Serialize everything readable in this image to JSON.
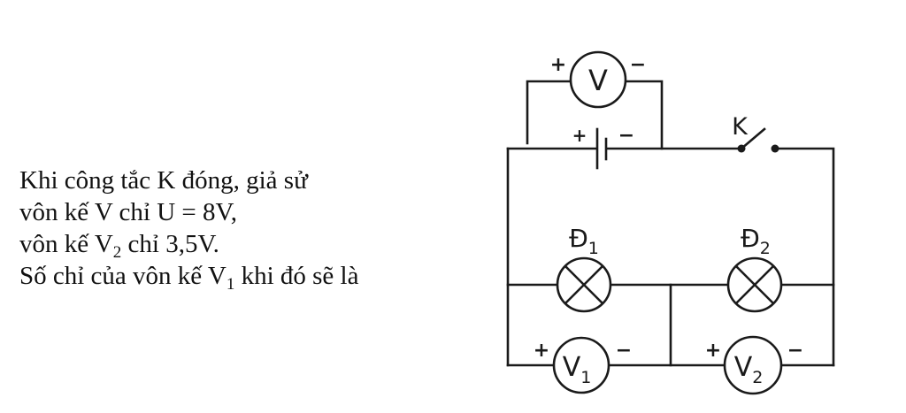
{
  "problem": {
    "line1": "Khi công tắc K đóng, giả sử",
    "line2": "vôn kế V chỉ  U = 8V,",
    "line3_pre": "vôn kế V",
    "line3_sub": "2",
    "line3_post": " chỉ 3,5V.",
    "line4_pre": "Số chỉ của vôn kế V",
    "line4_sub": "1",
    "line4_post": " khi đó sẽ là"
  },
  "circuit": {
    "switch_label": "K",
    "lamp1": {
      "main": "Đ",
      "sub": "1"
    },
    "lamp2": {
      "main": "Đ",
      "sub": "2"
    },
    "voltmeter": {
      "main": "V"
    },
    "voltmeter1": {
      "main": "V",
      "sub": "1"
    },
    "voltmeter2": {
      "main": "V",
      "sub": "2"
    },
    "plus_sign": "+",
    "minus_sign": "−"
  }
}
